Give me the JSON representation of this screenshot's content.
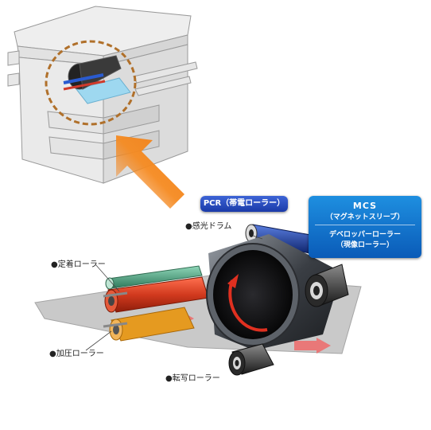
{
  "labels": {
    "drum": "●感光ドラム",
    "fuser": "●定着ローラー",
    "pressure": "●加圧ローラー",
    "transfer": "●転写ローラー"
  },
  "callouts": {
    "pcr": "PCR（帯電ローラー）",
    "mcs_title": "MCS",
    "mcs_sub": "（マグネットスリーブ）",
    "dev_title": "デベロッパーローラー",
    "dev_sub": "（現像ローラー）"
  },
  "colors": {
    "pcr_roller": "#1e3f9a",
    "fuser_roller": "#d23a1e",
    "green_roller": "#3a9a7a",
    "pressure_roller": "#e59a20",
    "arrow_orange": "#f07a10",
    "zoom_circle": "#b0702a",
    "feed_arrow": "#e85050"
  }
}
